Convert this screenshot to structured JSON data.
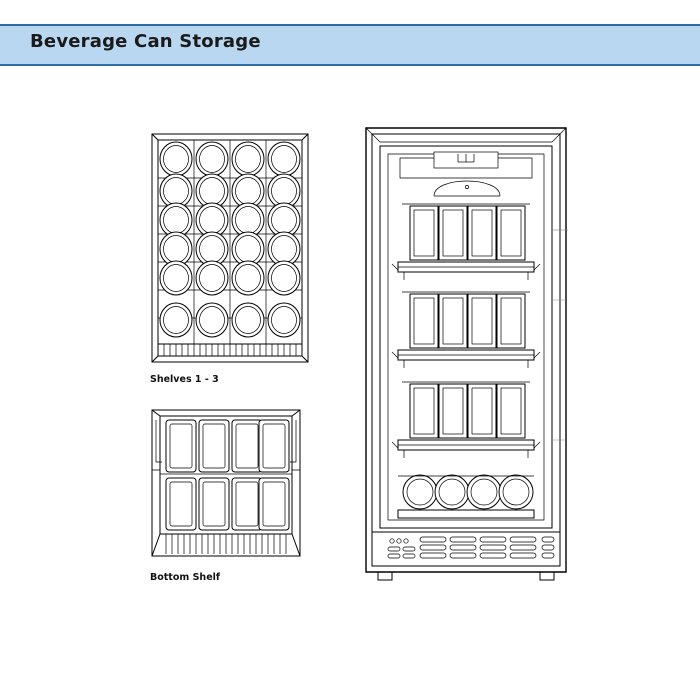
{
  "header": {
    "title": "Beverage Can Storage",
    "band_color": "#b9d7f0",
    "band_border_color": "#2e6da4"
  },
  "captions": {
    "shelves": "Shelves 1 - 3",
    "bottom": "Bottom Shelf"
  },
  "diagram": {
    "line_color": "#000000",
    "background": "#ffffff",
    "shelf_rack": {
      "name": "Shelves 1 - 3",
      "can_grid_columns": 4,
      "can_grid_rows": 6,
      "can_count": 24,
      "view": "top-down"
    },
    "bottom_shelf": {
      "name": "Bottom Shelf",
      "grid_columns": 4,
      "grid_rows": 2,
      "slot_count": 8,
      "view": "top-down"
    },
    "cabinet": {
      "name": "Beverage cooler front view",
      "shelf_levels": 3,
      "bottom_row_cans": 4,
      "cans_per_shelf_row": 4,
      "door_handle": true,
      "vent_grille": true,
      "legs": 2
    }
  }
}
